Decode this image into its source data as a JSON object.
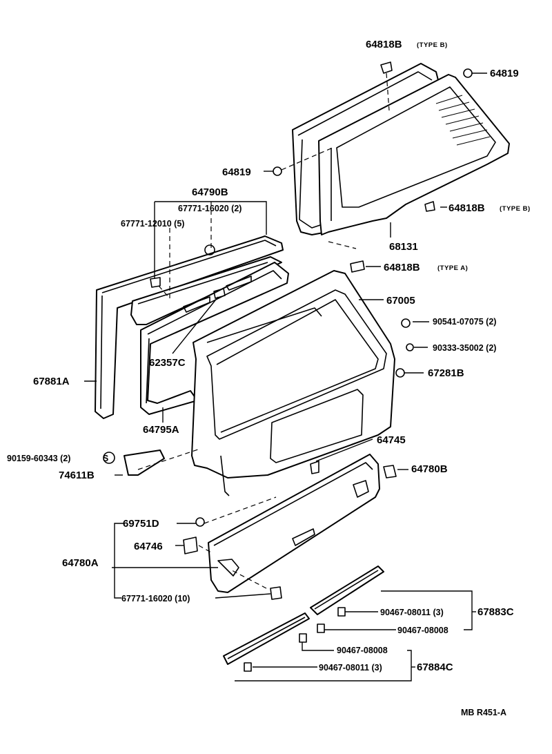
{
  "callouts": {
    "c64818B_top": "64818B",
    "c64818B_top_type": "(TYPE B)",
    "c64819_right": "64819",
    "c64819_left": "64819",
    "c64790B": "64790B",
    "c67771_16020_2": "67771-16020 (2)",
    "c67771_12010_5": "67771-12010 (5)",
    "c64818B_mid": "64818B",
    "c64818B_mid_type": "(TYPE B)",
    "c68131": "68131",
    "c64818B_a": "64818B",
    "c64818B_a_type": "(TYPE A)",
    "c67005": "67005",
    "c90541": "90541-07075 (2)",
    "c90333": "90333-35002 (2)",
    "c67281B": "67281B",
    "c62357C": "62357C",
    "c67881A": "67881A",
    "c64795A": "64795A",
    "c64745": "64745",
    "c90159": "90159-60343 (2)",
    "c74611B": "74611B",
    "c64780B": "64780B",
    "c69751D": "69751D",
    "c64746": "64746",
    "c64780A": "64780A",
    "c67771_16020_10": "67771-16020 (10)",
    "c90467_08011_3a": "90467-08011 (3)",
    "c67883C": "67883C",
    "c90467_08008a": "90467-08008",
    "c90467_08008b": "90467-08008",
    "c90467_08011_3b": "90467-08011 (3)",
    "c67884C": "67884C",
    "screw_s": "S",
    "ref": "MB  R451-A"
  }
}
